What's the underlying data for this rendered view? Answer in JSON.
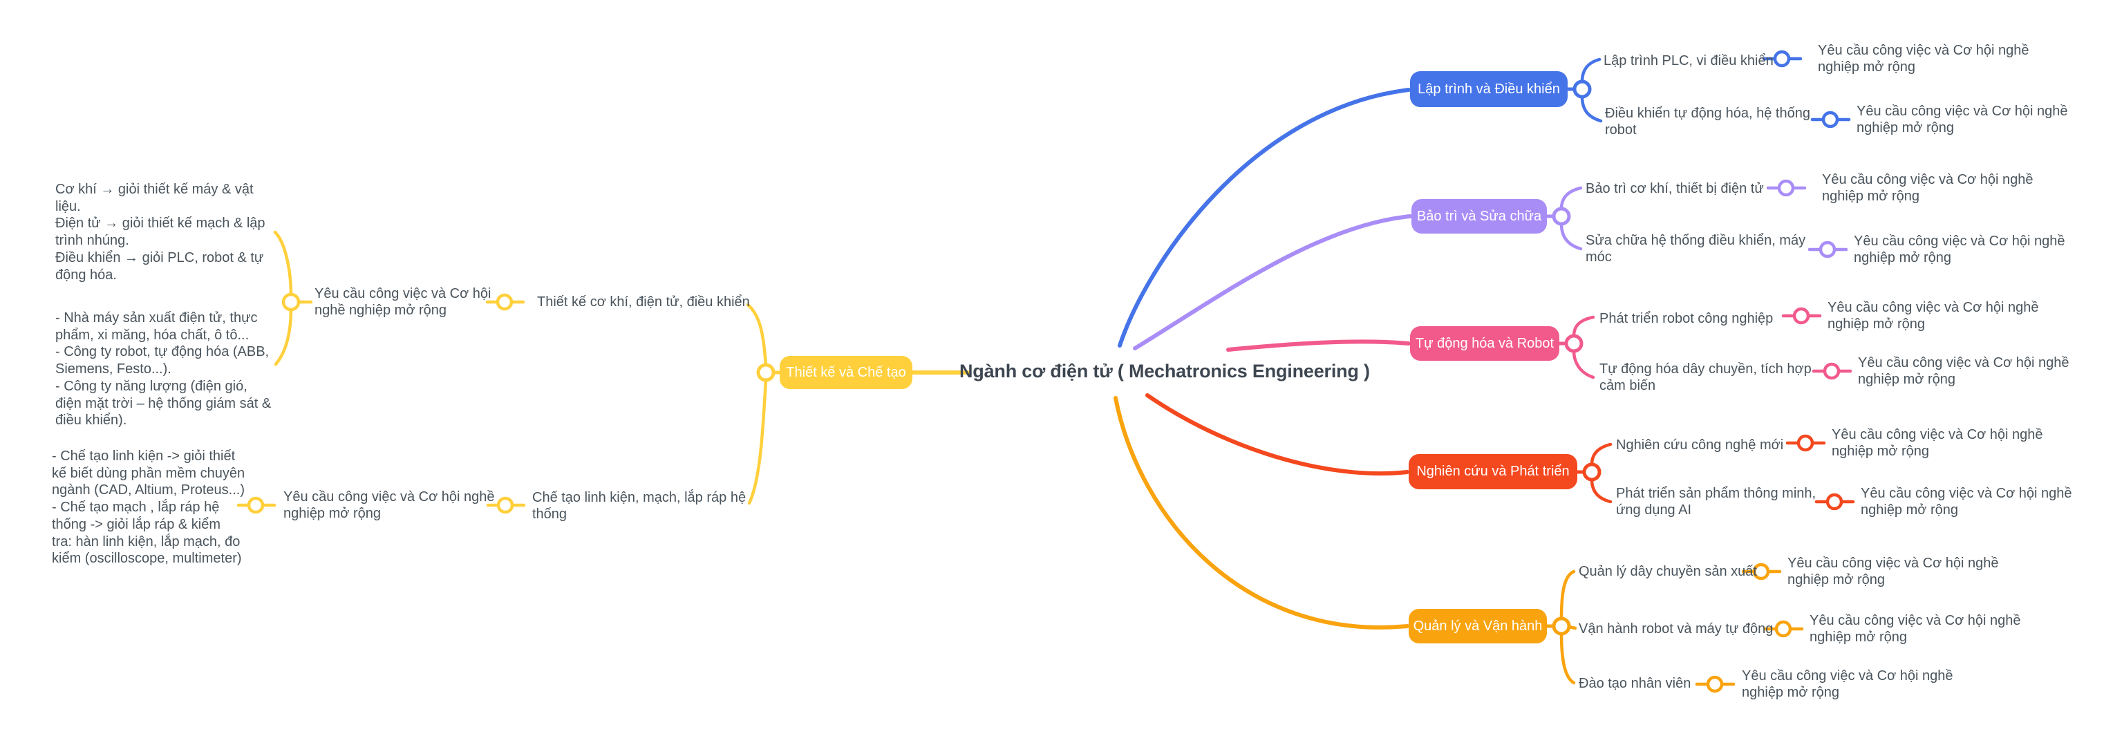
{
  "title": "Ngành cơ điện tử ( Mechatronics Engineering )",
  "colors": {
    "yellow": "#FFD03C",
    "blue": "#4573E8",
    "purple": "#A98DF7",
    "pink": "#F25A8C",
    "red": "#F4481F",
    "orange": "#F9A30E",
    "text": "#4A545C",
    "title_text": "#3D4650",
    "background": "#FFFFFF"
  },
  "left": {
    "branch": {
      "label": "Thiết kế và Chế tạo"
    },
    "topics": [
      {
        "label": "Thiết kế cơ khí, điện tử, điều khiển",
        "req": "Yêu cầu công việc và Cơ hội\nnghề nghiệp mở rộng",
        "notes": [
          "Cơ khí → giỏi thiết kế máy & vật\nliệu.\nĐiện tử → giỏi thiết kế mạch & lập\ntrình nhúng.\nĐiều khiển → giỏi PLC, robot & tự\nđộng hóa.",
          "- Nhà máy sản xuất điện tử, thực\nphẩm, xi măng, hóa chất, ô tô...\n- Công ty robot, tự động hóa (ABB,\nSiemens, Festo...).\n- Công ty năng lượng (điện gió,\nđiện mặt trời – hệ thống giám sát &\nđiều khiển)."
        ]
      },
      {
        "label": "Chế tạo linh kiện, mạch, lắp ráp hệ\nthống",
        "req": "Yêu cầu công việc và Cơ hội nghề\nnghiệp mở rộng",
        "notes": [
          "- Chế tạo linh kiện -> giỏi thiết\nkế biết dùng phần mềm chuyên\nngành (CAD, Altium, Proteus...)\n- Chế tạo mạch , lắp ráp hệ\nthống  -> giỏi lắp ráp & kiểm\ntra: hàn linh kiện, lắp mạch, đo\nkiểm (oscilloscope, multimeter)"
        ]
      }
    ]
  },
  "right": [
    {
      "label": "Lập trình và Điều khiển",
      "children": [
        {
          "label": "Lập trình PLC, vi điều khiển",
          "req": "Yêu cầu công việc và Cơ hội nghề\nnghiệp mở rộng"
        },
        {
          "label": "Điều khiển tự động hóa, hệ thống\nrobot",
          "req": "Yêu cầu công việc và Cơ hội nghề\nnghiệp mở rộng"
        }
      ]
    },
    {
      "label": "Bảo trì và Sửa chữa",
      "children": [
        {
          "label": "Bảo trì cơ khí, thiết bị điện tử",
          "req": "Yêu cầu công việc và Cơ hội nghề\nnghiệp mở rộng"
        },
        {
          "label": "Sửa chữa hệ thống điều khiển, máy\nmóc",
          "req": "Yêu cầu công việc và Cơ hội nghề\nnghiệp mở rộng"
        }
      ]
    },
    {
      "label": "Tự động hóa và Robot",
      "children": [
        {
          "label": "Phát triển robot công nghiệp",
          "req": "Yêu cầu công việc và Cơ hội nghề\nnghiệp mở rộng"
        },
        {
          "label": "Tự động hóa dây chuyền, tích hợp\ncảm biến",
          "req": "Yêu cầu công việc và Cơ hội nghề\nnghiệp mở rộng"
        }
      ]
    },
    {
      "label": "Nghiên cứu và Phát triển",
      "children": [
        {
          "label": "Nghiên cứu công nghệ mới",
          "req": "Yêu cầu công việc và Cơ hội nghề\nnghiệp mở rộng"
        },
        {
          "label": "Phát triển sản phẩm thông minh,\nứng dụng AI",
          "req": "Yêu cầu công việc và Cơ hội nghề\nnghiệp mở rộng"
        }
      ]
    },
    {
      "label": "Quản lý và Vận hành",
      "children": [
        {
          "label": "Quản lý dây chuyền sản xuất",
          "req": "Yêu cầu công việc và Cơ hội nghề\nnghiệp mở rộng"
        },
        {
          "label": "Vận hành robot và máy tự động",
          "req": "Yêu cầu công việc và Cơ hội nghề\nnghiệp mở rộng"
        },
        {
          "label": "Đào tạo nhân viên",
          "req": "Yêu cầu công việc và Cơ hội nghề\nnghiệp mở rộng"
        }
      ]
    }
  ]
}
